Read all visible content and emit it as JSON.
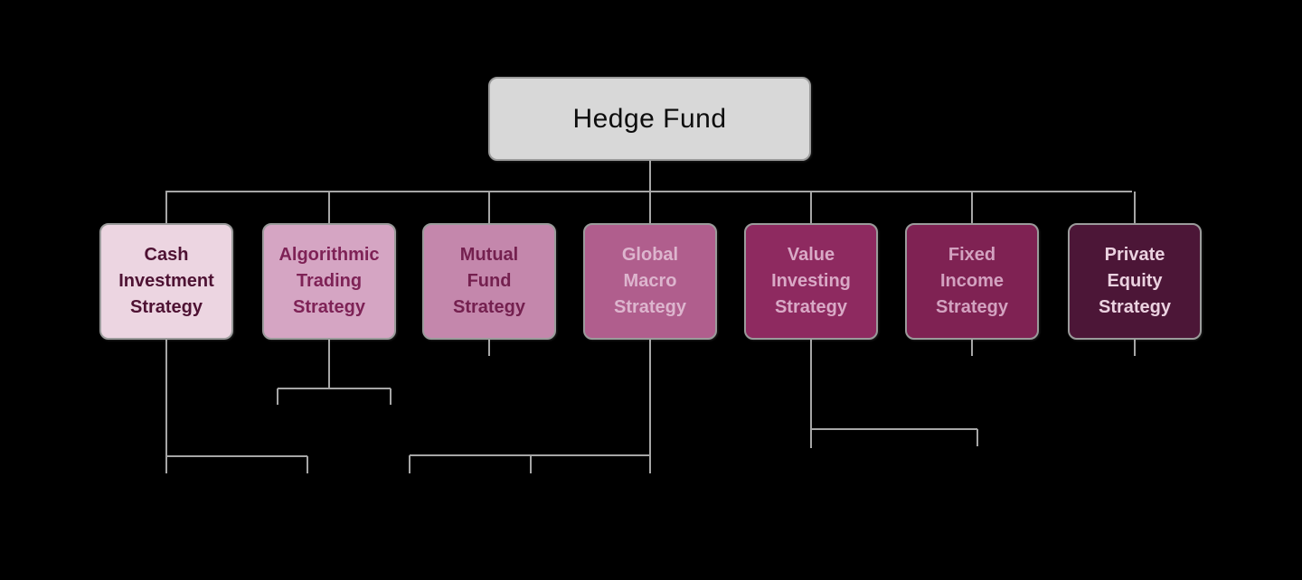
{
  "diagram": {
    "background_color": "#000000",
    "line_color": "#a6a6a6",
    "root": {
      "label": "Hedge Fund",
      "bg": "#d8d8d8",
      "fg": "#0d0d0d"
    },
    "nodes": [
      {
        "label": "Cash\nInvestment\nStrategy",
        "bg": "#ecd5e1",
        "fg": "#4e1233"
      },
      {
        "label": "Algorithmic\nTrading\nStrategy",
        "bg": "#d5a5c3",
        "fg": "#7e2256"
      },
      {
        "label": "Mutual\nFund\nStrategy",
        "bg": "#c487ac",
        "fg": "#74204f"
      },
      {
        "label": "Global\nMacro\nStrategy",
        "bg": "#b05e8d",
        "fg": "#ddb5ce"
      },
      {
        "label": "Value\nInvesting\nStrategy",
        "bg": "#8e2a60",
        "fg": "#d9a9c6"
      },
      {
        "label": "Fixed\nIncome\nStrategy",
        "bg": "#7f2253",
        "fg": "#d3a2c0"
      },
      {
        "label": "Private\nEquity\nStrategy",
        "bg": "#4c1637",
        "fg": "#ebd2e0"
      }
    ],
    "edges": [
      {
        "from": "Hedge Fund",
        "to": "Cash Investment Strategy"
      },
      {
        "from": "Hedge Fund",
        "to": "Algorithmic Trading Strategy"
      },
      {
        "from": "Hedge Fund",
        "to": "Mutual Fund Strategy"
      },
      {
        "from": "Hedge Fund",
        "to": "Global Macro Strategy"
      },
      {
        "from": "Hedge Fund",
        "to": "Value Investing Strategy"
      },
      {
        "from": "Hedge Fund",
        "to": "Fixed Income Strategy"
      },
      {
        "from": "Hedge Fund",
        "to": "Private Equity Strategy"
      }
    ]
  }
}
